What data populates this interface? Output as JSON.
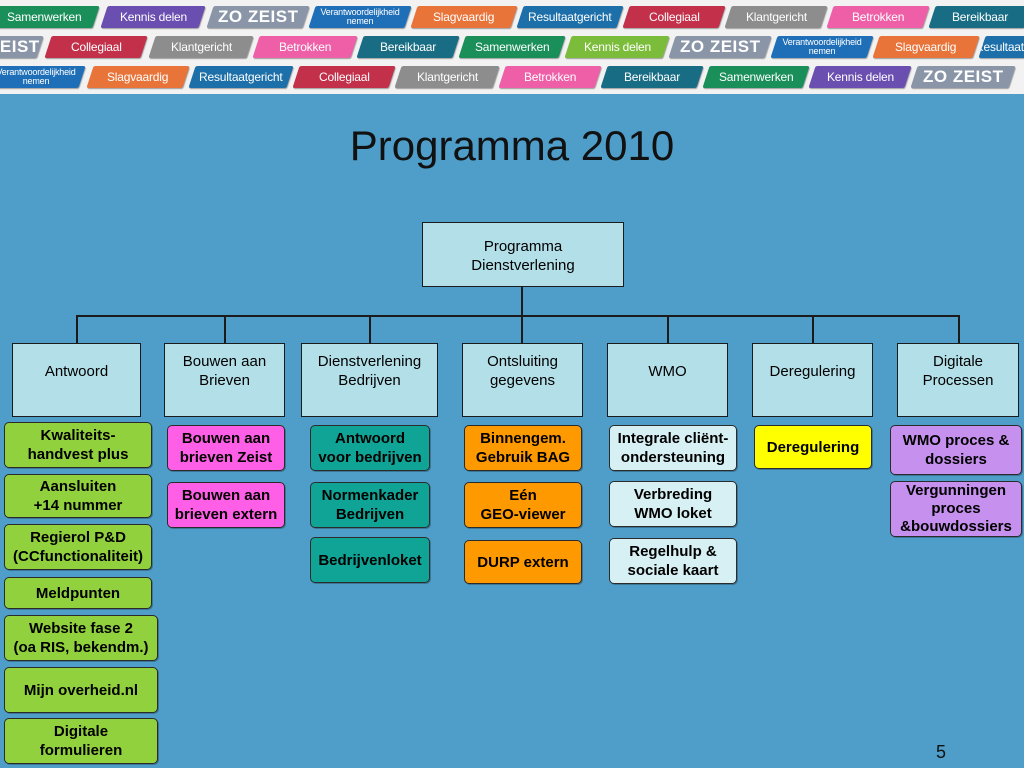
{
  "banner": {
    "colors": {
      "Samenwerken": "#1a8f5a",
      "Kennis delen": "#6b4fb0",
      "ZO ZEIST": "#8a96a8",
      "Verantwoordelijkheid nemen": "#1f6fb8",
      "Slagvaardig": "#e8743a",
      "Resultaatgericht": "#1c6fa8",
      "Collegiaal": "#c2304a",
      "Klantgericht": "#8d8d8d",
      "Betrokken": "#ee5fa8",
      "Bereikbaar": "#186d84",
      "Kennis delen green": "#7bbd3a"
    },
    "rows": [
      [
        {
          "label": "Samenwerken",
          "color": "Samenwerken"
        },
        {
          "label": "Kennis delen",
          "color": "Kennis delen"
        },
        {
          "label": "ZO ZEIST",
          "color": "ZO ZEIST",
          "big": true
        },
        {
          "label": "Verantwoordelijkheid nemen",
          "color": "Verantwoordelijkheid nemen",
          "small": true
        },
        {
          "label": "Slagvaardig",
          "color": "Slagvaardig"
        },
        {
          "label": "Resultaatgericht",
          "color": "Resultaatgericht"
        },
        {
          "label": "Collegiaal",
          "color": "Collegiaal"
        },
        {
          "label": "Klantgericht",
          "color": "Klantgericht"
        },
        {
          "label": "Betrokken",
          "color": "Betrokken"
        },
        {
          "label": "Bereikbaar",
          "color": "Bereikbaar"
        }
      ],
      [
        {
          "label": "ZEIST",
          "color": "ZO ZEIST",
          "big": true
        },
        {
          "label": "Collegiaal",
          "color": "Collegiaal"
        },
        {
          "label": "Klantgericht",
          "color": "Klantgericht"
        },
        {
          "label": "Betrokken",
          "color": "Betrokken"
        },
        {
          "label": "Bereikbaar",
          "color": "Bereikbaar"
        },
        {
          "label": "Samenwerken",
          "color": "Samenwerken"
        },
        {
          "label": "Kennis delen",
          "color": "Kennis delen green"
        },
        {
          "label": "ZO ZEIST",
          "color": "ZO ZEIST",
          "big": true
        },
        {
          "label": "Verantwoordelijkheid nemen",
          "color": "Verantwoordelijkheid nemen",
          "small": true
        },
        {
          "label": "Slagvaardig",
          "color": "Slagvaardig"
        },
        {
          "label": "Resultaatgericht",
          "color": "Resultaatgericht"
        }
      ],
      [
        {
          "label": "Verantwoordelijkheid nemen",
          "color": "Verantwoordelijkheid nemen",
          "small": true
        },
        {
          "label": "Slagvaardig",
          "color": "Slagvaardig"
        },
        {
          "label": "Resultaatgericht",
          "color": "Resultaatgericht"
        },
        {
          "label": "Collegiaal",
          "color": "Collegiaal"
        },
        {
          "label": "Klantgericht",
          "color": "Klantgericht"
        },
        {
          "label": "Betrokken",
          "color": "Betrokken"
        },
        {
          "label": "Bereikbaar",
          "color": "Bereikbaar"
        },
        {
          "label": "Samenwerken",
          "color": "Samenwerken"
        },
        {
          "label": "Kennis delen",
          "color": "Kennis delen"
        },
        {
          "label": "ZO ZEIST",
          "color": "ZO ZEIST",
          "big": true
        }
      ]
    ]
  },
  "title": "Programma 2010",
  "root": {
    "line1": "Programma",
    "line2": "Dienstverlening"
  },
  "categories": [
    {
      "line1": "Antwoord",
      "line2": ""
    },
    {
      "line1": "Bouwen aan",
      "line2": "Brieven"
    },
    {
      "line1": "Dienstverlening",
      "line2": "Bedrijven"
    },
    {
      "line1": "Ontsluiting",
      "line2": "gegevens"
    },
    {
      "line1": "WMO",
      "line2": ""
    },
    {
      "line1": "Deregulering",
      "line2": ""
    },
    {
      "line1": "Digitale",
      "line2": "Processen"
    }
  ],
  "items": [
    [
      {
        "line1": "Kwaliteits-",
        "line2": "handvest plus"
      },
      {
        "line1": "Aansluiten",
        "line2": "+14 nummer"
      },
      {
        "line1": "Regierol P&D",
        "line2": "(CCfunctionaliteit)"
      },
      {
        "line1": "Meldpunten",
        "line2": ""
      },
      {
        "line1": "Website fase 2",
        "line2": "(oa RIS, bekendm.)"
      },
      {
        "line1": "Mijn overheid.nl",
        "line2": ""
      },
      {
        "line1": "Digitale",
        "line2": "formulieren"
      }
    ],
    [
      {
        "line1": "Bouwen aan",
        "line2": "brieven Zeist"
      },
      {
        "line1": "Bouwen aan",
        "line2": "brieven extern"
      }
    ],
    [
      {
        "line1": "Antwoord",
        "line2": "voor bedrijven"
      },
      {
        "line1": "Normenkader",
        "line2": "Bedrijven"
      },
      {
        "line1": "Bedrijvenloket",
        "line2": ""
      }
    ],
    [
      {
        "line1": "Binnengem.",
        "line2": "Gebruik BAG"
      },
      {
        "line1": "Eén",
        "line2": "GEO-viewer"
      },
      {
        "line1": "DURP extern",
        "line2": ""
      }
    ],
    [
      {
        "line1": "Integrale cliënt-",
        "line2": "ondersteuning"
      },
      {
        "line1": "Verbreding",
        "line2": "WMO loket"
      },
      {
        "line1": "Regelhulp &",
        "line2": "sociale kaart"
      }
    ],
    [
      {
        "line1": "Deregulering",
        "line2": ""
      }
    ],
    [
      {
        "line1": "WMO proces &",
        "line2": "dossiers"
      },
      {
        "line1": "Vergunningen",
        "line2": "proces",
        "line3": "&bouwdossiers"
      }
    ]
  ],
  "page_number": "5"
}
